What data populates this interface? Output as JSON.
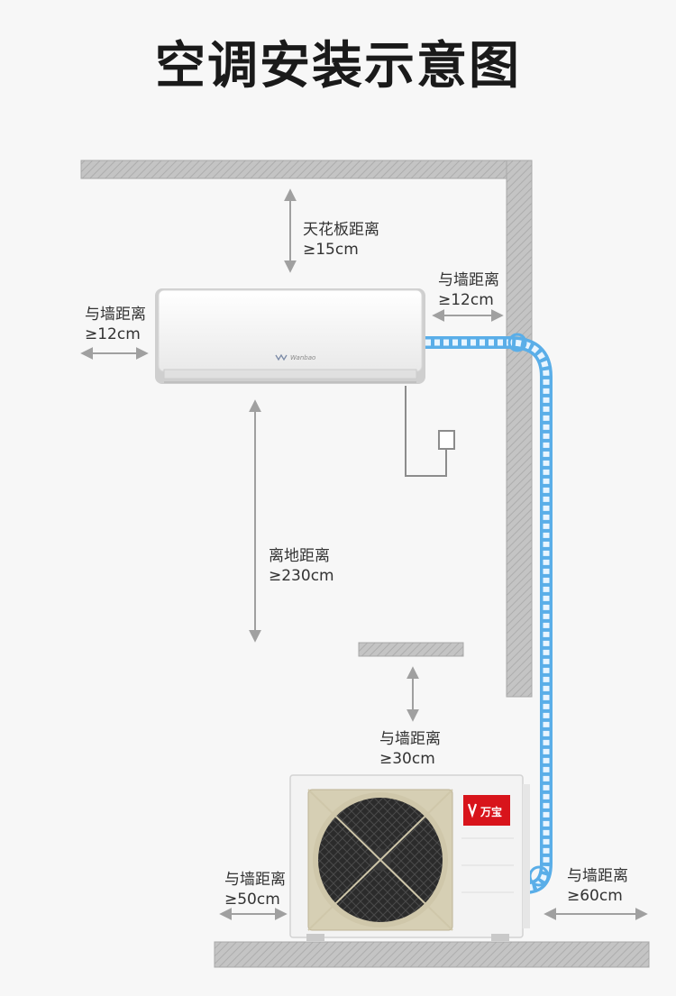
{
  "title": "空调安装示意图",
  "indoor_unit": {
    "brand_text": "Wanbao"
  },
  "outdoor_unit": {
    "brand_text": "万宝"
  },
  "clearances": {
    "ceiling": {
      "label": "天花板距离",
      "value": "≥15cm"
    },
    "left_wall": {
      "label": "与墙距离",
      "value": "≥12cm"
    },
    "right_wall": {
      "label": "与墙距离",
      "value": "≥12cm"
    },
    "floor": {
      "label": "离地距离",
      "value": "≥230cm"
    },
    "outdoor_top": {
      "label": "与墙距离",
      "value": "≥30cm"
    },
    "outdoor_left": {
      "label": "与墙距离",
      "value": "≥50cm"
    },
    "outdoor_right": {
      "label": "与墙距离",
      "value": "≥60cm"
    }
  },
  "colors": {
    "wall": "#b8b8b8",
    "pipe": "#5aaee8",
    "dimension_arrow": "#a0a0a0",
    "brand_red": "#d8141b"
  }
}
